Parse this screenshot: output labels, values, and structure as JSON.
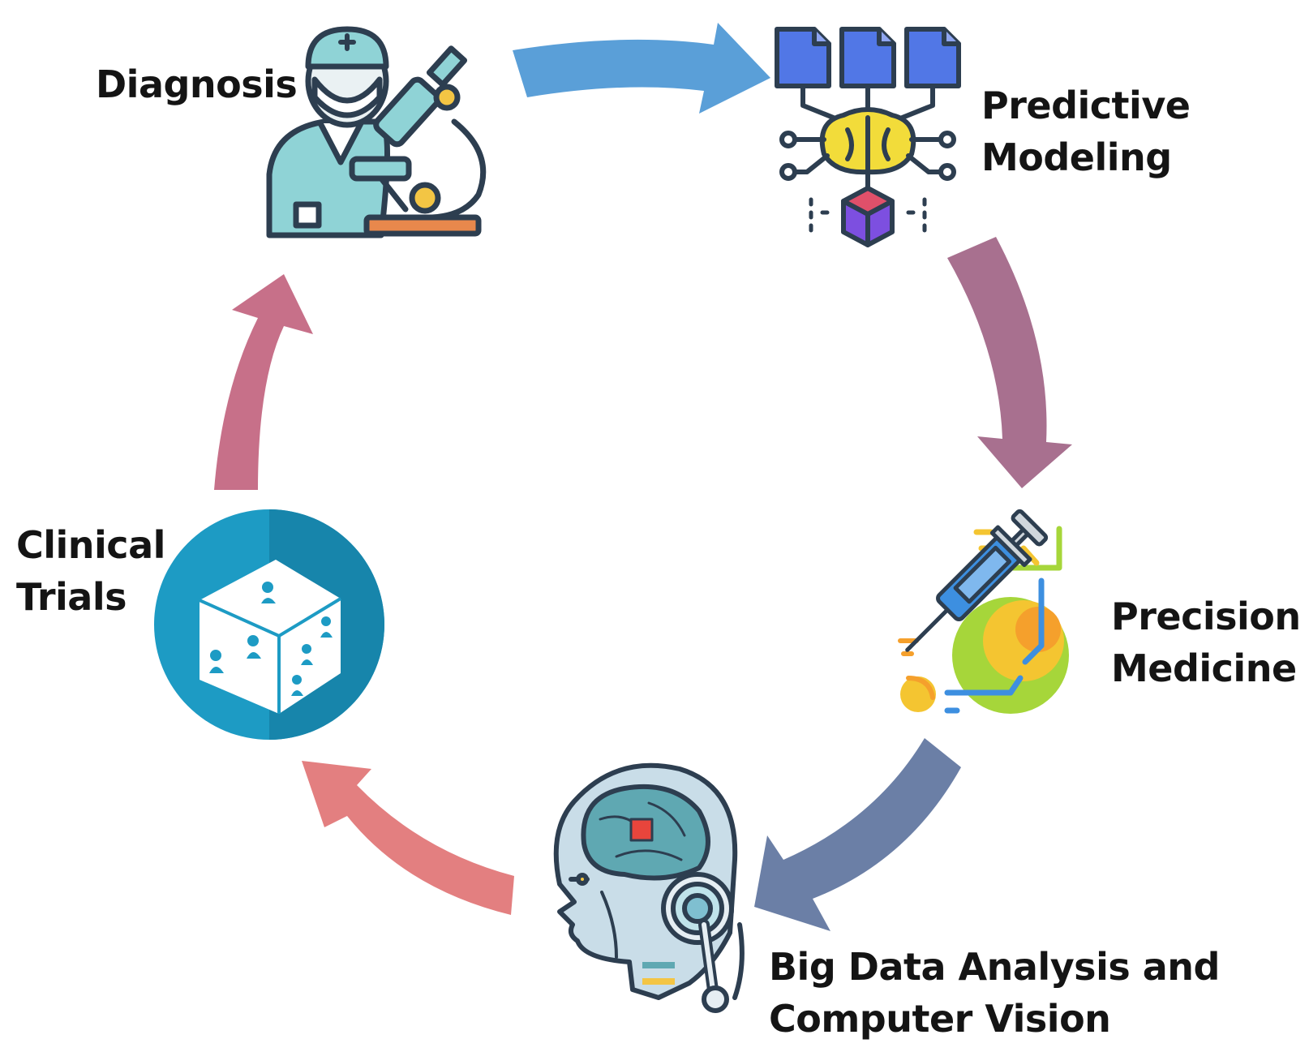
{
  "diagram": {
    "stages": [
      {
        "id": "diagnosis",
        "lines": [
          "Diagnosis"
        ],
        "icon": "doctor-microscope-icon"
      },
      {
        "id": "predictive",
        "lines": [
          "Predictive",
          "Modeling"
        ],
        "icon": "brain-network-icon"
      },
      {
        "id": "precision",
        "lines": [
          "Precision",
          "Medicine"
        ],
        "icon": "syringe-chart-icon"
      },
      {
        "id": "bigdata",
        "lines": [
          "Big Data Analysis and",
          "Computer Vision"
        ],
        "icon": "ai-head-icon"
      },
      {
        "id": "clinical",
        "lines": [
          "Clinical",
          "Trials"
        ],
        "icon": "cube-people-icon"
      }
    ],
    "arrow_colors": {
      "diagnosis_to_predictive": "#5a9fd8",
      "predictive_to_precision": "#a8708f",
      "precision_to_bigdata": "#6b7fa6",
      "bigdata_to_clinical": "#e37f80",
      "clinical_to_diagnosis": "#c77089"
    }
  }
}
